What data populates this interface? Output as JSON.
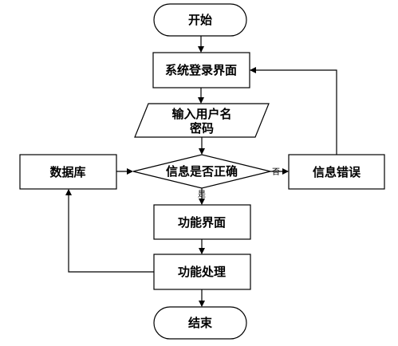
{
  "nodes": {
    "start": "开始",
    "login": "系统登录界面",
    "input_line1": "输入用户名",
    "input_line2": "密码",
    "decision": "信息是否正确",
    "database": "数据库",
    "error": "信息错误",
    "function_ui": "功能界面",
    "function_proc": "功能处理",
    "end": "结束"
  },
  "edges": {
    "no_label": "否",
    "yes_label": "是"
  },
  "colors": {
    "stroke": "#000000",
    "fill": "#ffffff"
  }
}
